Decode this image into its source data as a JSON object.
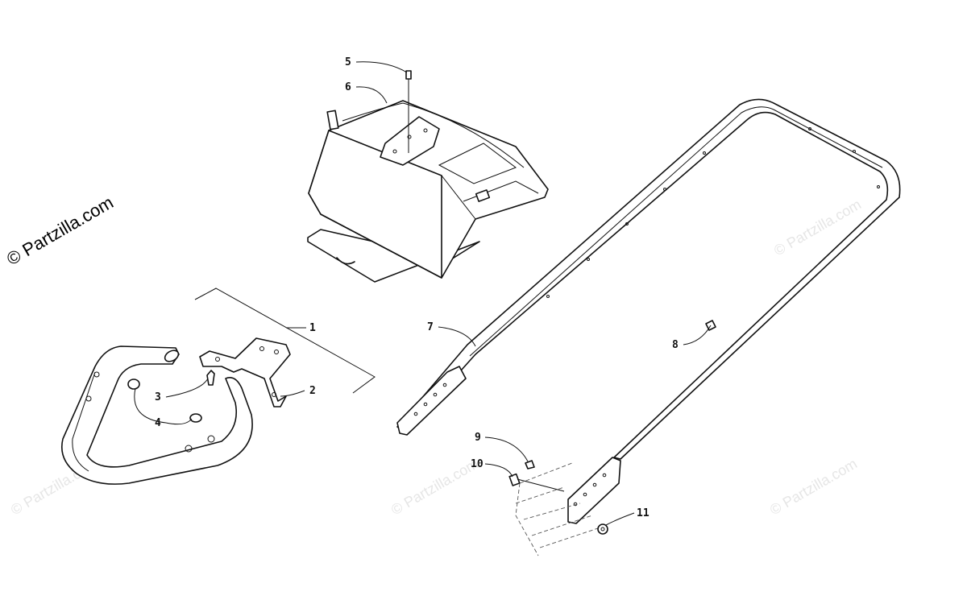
{
  "watermark": {
    "main": "© Partzilla.com",
    "tile": "© Partzilla.com"
  },
  "callouts": [
    {
      "id": "1",
      "label": "1"
    },
    {
      "id": "2",
      "label": "2"
    },
    {
      "id": "3",
      "label": "3"
    },
    {
      "id": "4",
      "label": "4"
    },
    {
      "id": "5",
      "label": "5"
    },
    {
      "id": "6",
      "label": "6"
    },
    {
      "id": "7",
      "label": "7"
    },
    {
      "id": "8",
      "label": "8"
    },
    {
      "id": "9",
      "label": "9"
    },
    {
      "id": "10",
      "label": "10"
    },
    {
      "id": "11",
      "label": "11"
    }
  ]
}
